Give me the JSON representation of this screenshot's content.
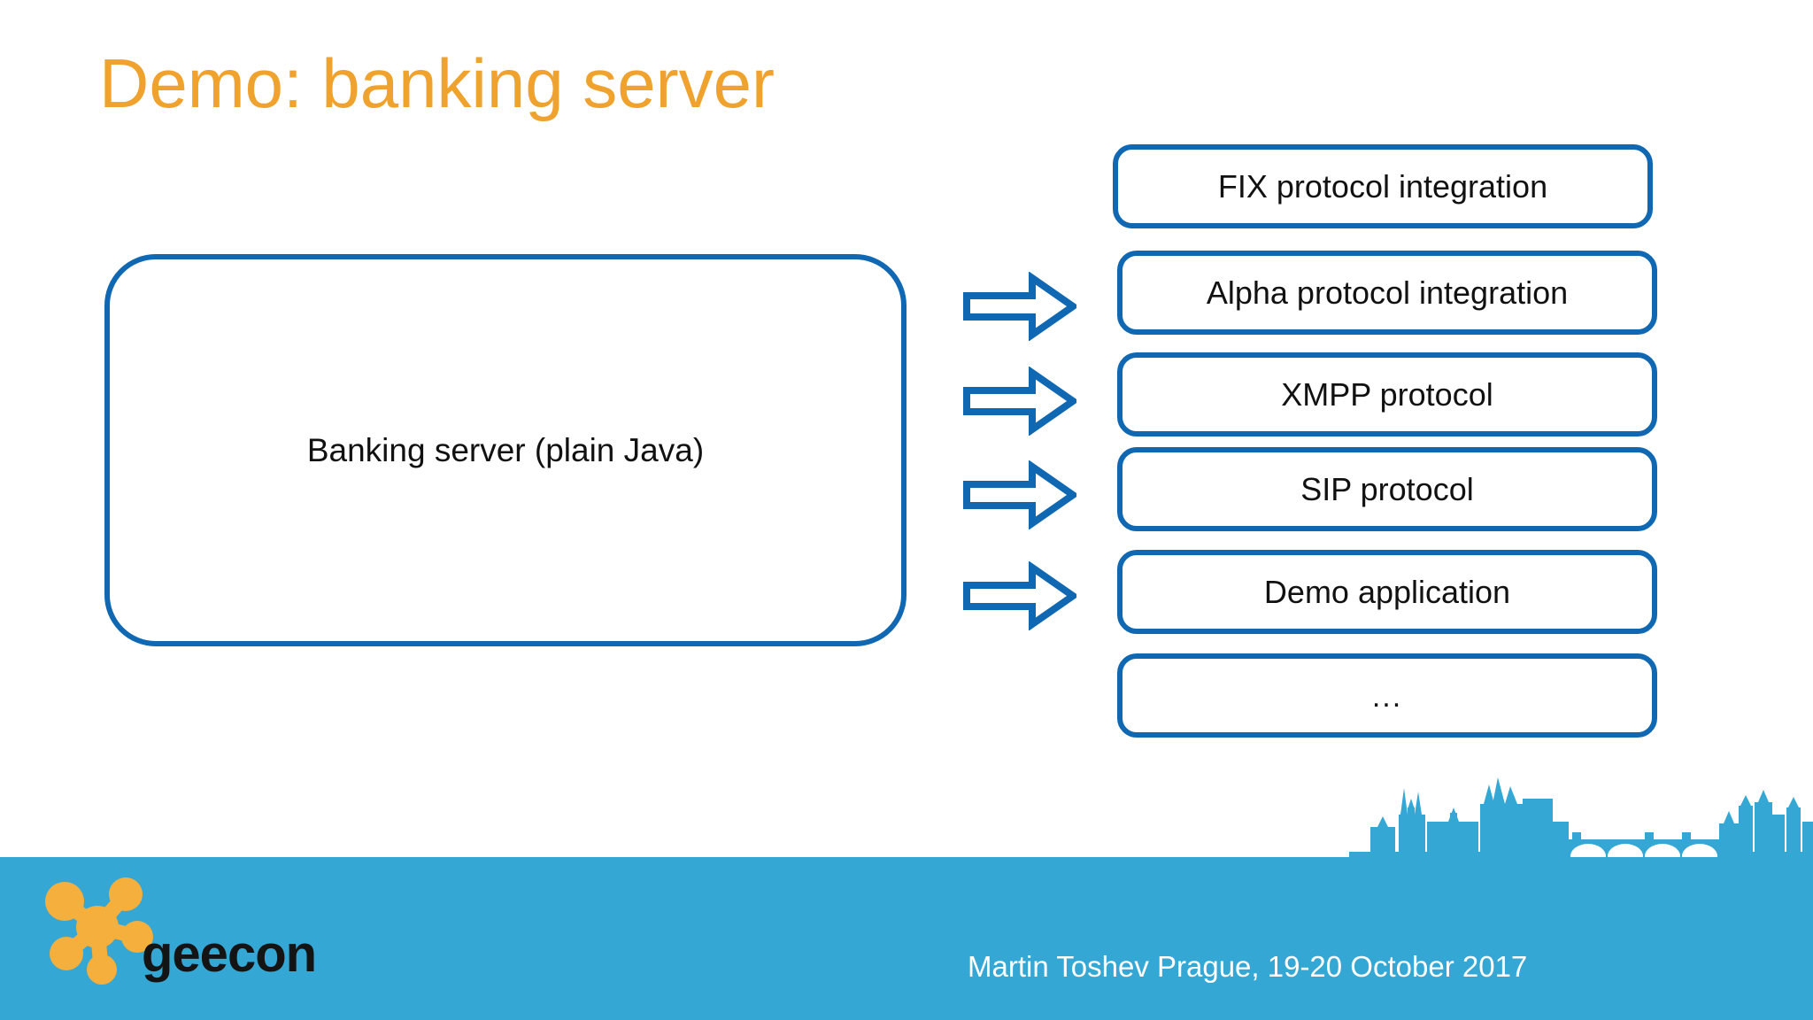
{
  "slide": {
    "title": "Demo: banking server",
    "background_color": "#FFFFFF",
    "title_color": "#F0A22E",
    "accent_blue": "#1068B3",
    "footer_blue": "#34A7D4"
  },
  "diagram": {
    "server_box": {
      "label": "Banking server (plain Java)"
    },
    "arrow_count": 4,
    "targets": [
      {
        "label": "FIX protocol integration"
      },
      {
        "label": "Alpha protocol integration"
      },
      {
        "label": "XMPP protocol"
      },
      {
        "label": "SIP protocol"
      },
      {
        "label": "Demo application"
      },
      {
        "label": "..."
      }
    ]
  },
  "footer": {
    "credit": "Martin Toshev Prague, 19-20 October 2017",
    "logo_wordmark": "geecon",
    "logo_color": "#F5AF3C",
    "text_color": "#FFFFFF"
  }
}
